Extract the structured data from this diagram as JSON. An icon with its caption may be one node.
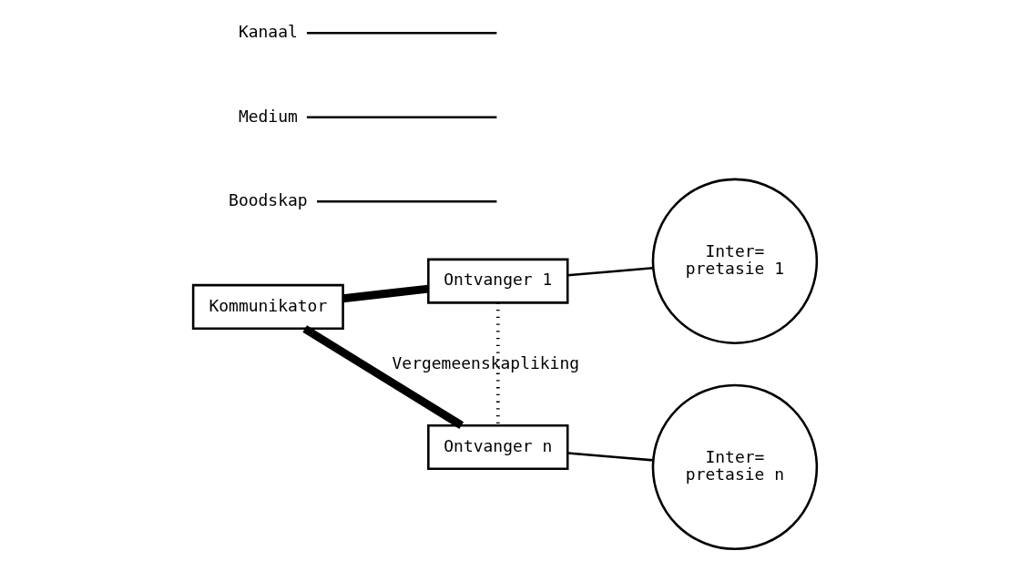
{
  "diagram": {
    "nodes": [
      {
        "text": [
          "Kommunikator"
        ]
      },
      {
        "text": [
          "Ontvanger 1"
        ]
      },
      {
        "text": [
          "Ontvanger n"
        ]
      },
      {
        "text": [
          "Inter= pretasie 1"
        ]
      },
      {
        "text": [
          "Inter= pretasie n"
        ]
      },
      {
        "text": [
          "Boodskap"
        ]
      },
      {
        "text": [
          "Medium"
        ]
      },
      {
        "text": [
          "Kanaal"
        ]
      }
    ],
    "edges": [
      {
        "from": 0,
        "to": 1,
        "arrow": "none",
        "style": "thick"
      },
      {
        "from": 0,
        "to": 2,
        "arrow": "none",
        "style": "thick"
      },
      {
        "from": 1,
        "to": 2,
        "arrow": "none",
        "style": "dashed",
        "label": "Vergemeenskapliking"
      },
      {
        "from": 1,
        "to": 3,
        "arrow": "none"
      },
      {
        "from": 2,
        "to": 4,
        "arrow": "none"
      },
      {
        "from": 5,
        "to": null,
        "arrow": "none"
      },
      {
        "from": 6,
        "to": null,
        "arrow": "none"
      },
      {
        "from": 7,
        "to": null,
        "arrow": "none"
      }
    ]
  }
}
